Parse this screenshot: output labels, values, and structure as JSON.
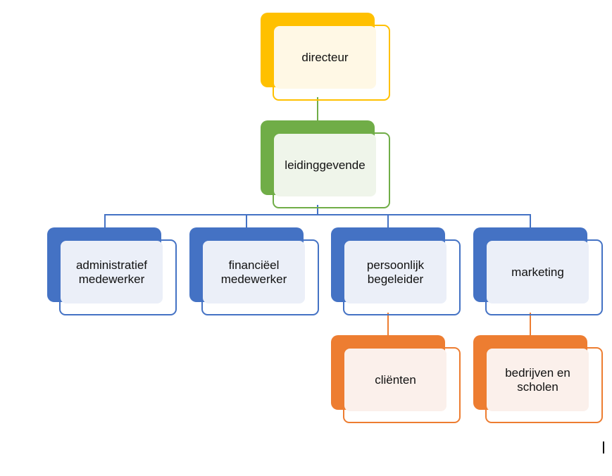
{
  "diagram": {
    "type": "organization-chart",
    "colors": {
      "level1": "#ffc000",
      "level2": "#70ad47",
      "level3": "#4472c4",
      "level4": "#ed7d31"
    },
    "nodes": {
      "directeur": {
        "label": "directeur"
      },
      "leidinggevende": {
        "label": "leidinggevende"
      },
      "administratief": {
        "label": "administratief\nmedewerker"
      },
      "financieel": {
        "label": "financiëel\nmedewerker"
      },
      "persoonlijk": {
        "label": "persoonlijk\nbegeleider"
      },
      "marketing": {
        "label": "marketing"
      },
      "clienten": {
        "label": "cliënten"
      },
      "bedrijven": {
        "label": "bedrijven en\nscholen"
      }
    },
    "edges": [
      {
        "from": "directeur",
        "to": "leidinggevende"
      },
      {
        "from": "leidinggevende",
        "to": "administratief"
      },
      {
        "from": "leidinggevende",
        "to": "financieel"
      },
      {
        "from": "leidinggevende",
        "to": "persoonlijk"
      },
      {
        "from": "leidinggevende",
        "to": "marketing"
      },
      {
        "from": "persoonlijk",
        "to": "clienten"
      },
      {
        "from": "marketing",
        "to": "bedrijven"
      }
    ]
  }
}
